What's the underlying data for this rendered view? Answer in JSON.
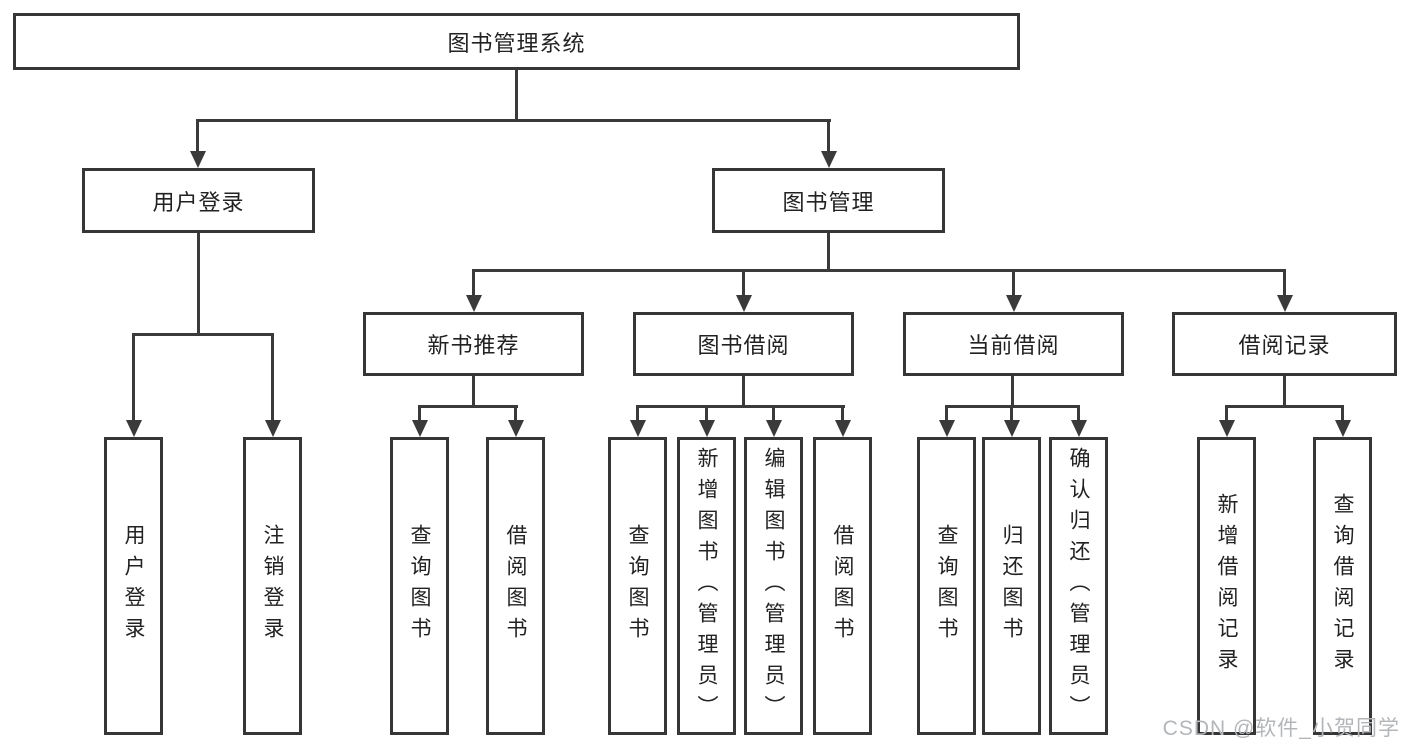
{
  "diagram_type": "hierarchy-tree",
  "colors": {
    "background": "#ffffff",
    "node_border": "#363636",
    "connector_line": "#3a3a3a",
    "node_text": "#222222",
    "watermark_text": "#b3b6b9"
  },
  "tree": {
    "label": "图书管理系统",
    "children": [
      {
        "label": "用户登录",
        "children": [
          {
            "label": "用户登录"
          },
          {
            "label": "注销登录"
          }
        ]
      },
      {
        "label": "图书管理",
        "children": [
          {
            "label": "新书推荐",
            "children": [
              {
                "label": "查询图书"
              },
              {
                "label": "借阅图书"
              }
            ]
          },
          {
            "label": "图书借阅",
            "children": [
              {
                "label": "查询图书"
              },
              {
                "label": "新增图书（管理员）"
              },
              {
                "label": "编辑图书（管理员）"
              },
              {
                "label": "借阅图书"
              }
            ]
          },
          {
            "label": "当前借阅",
            "children": [
              {
                "label": "查询图书"
              },
              {
                "label": "归还图书"
              },
              {
                "label": "确认归还（管理员）"
              }
            ]
          },
          {
            "label": "借阅记录",
            "children": [
              {
                "label": "新增借阅记录"
              },
              {
                "label": "查询借阅记录"
              }
            ]
          }
        ]
      }
    ]
  },
  "watermark": {
    "text": "CSDN @软件_小贺同学"
  }
}
